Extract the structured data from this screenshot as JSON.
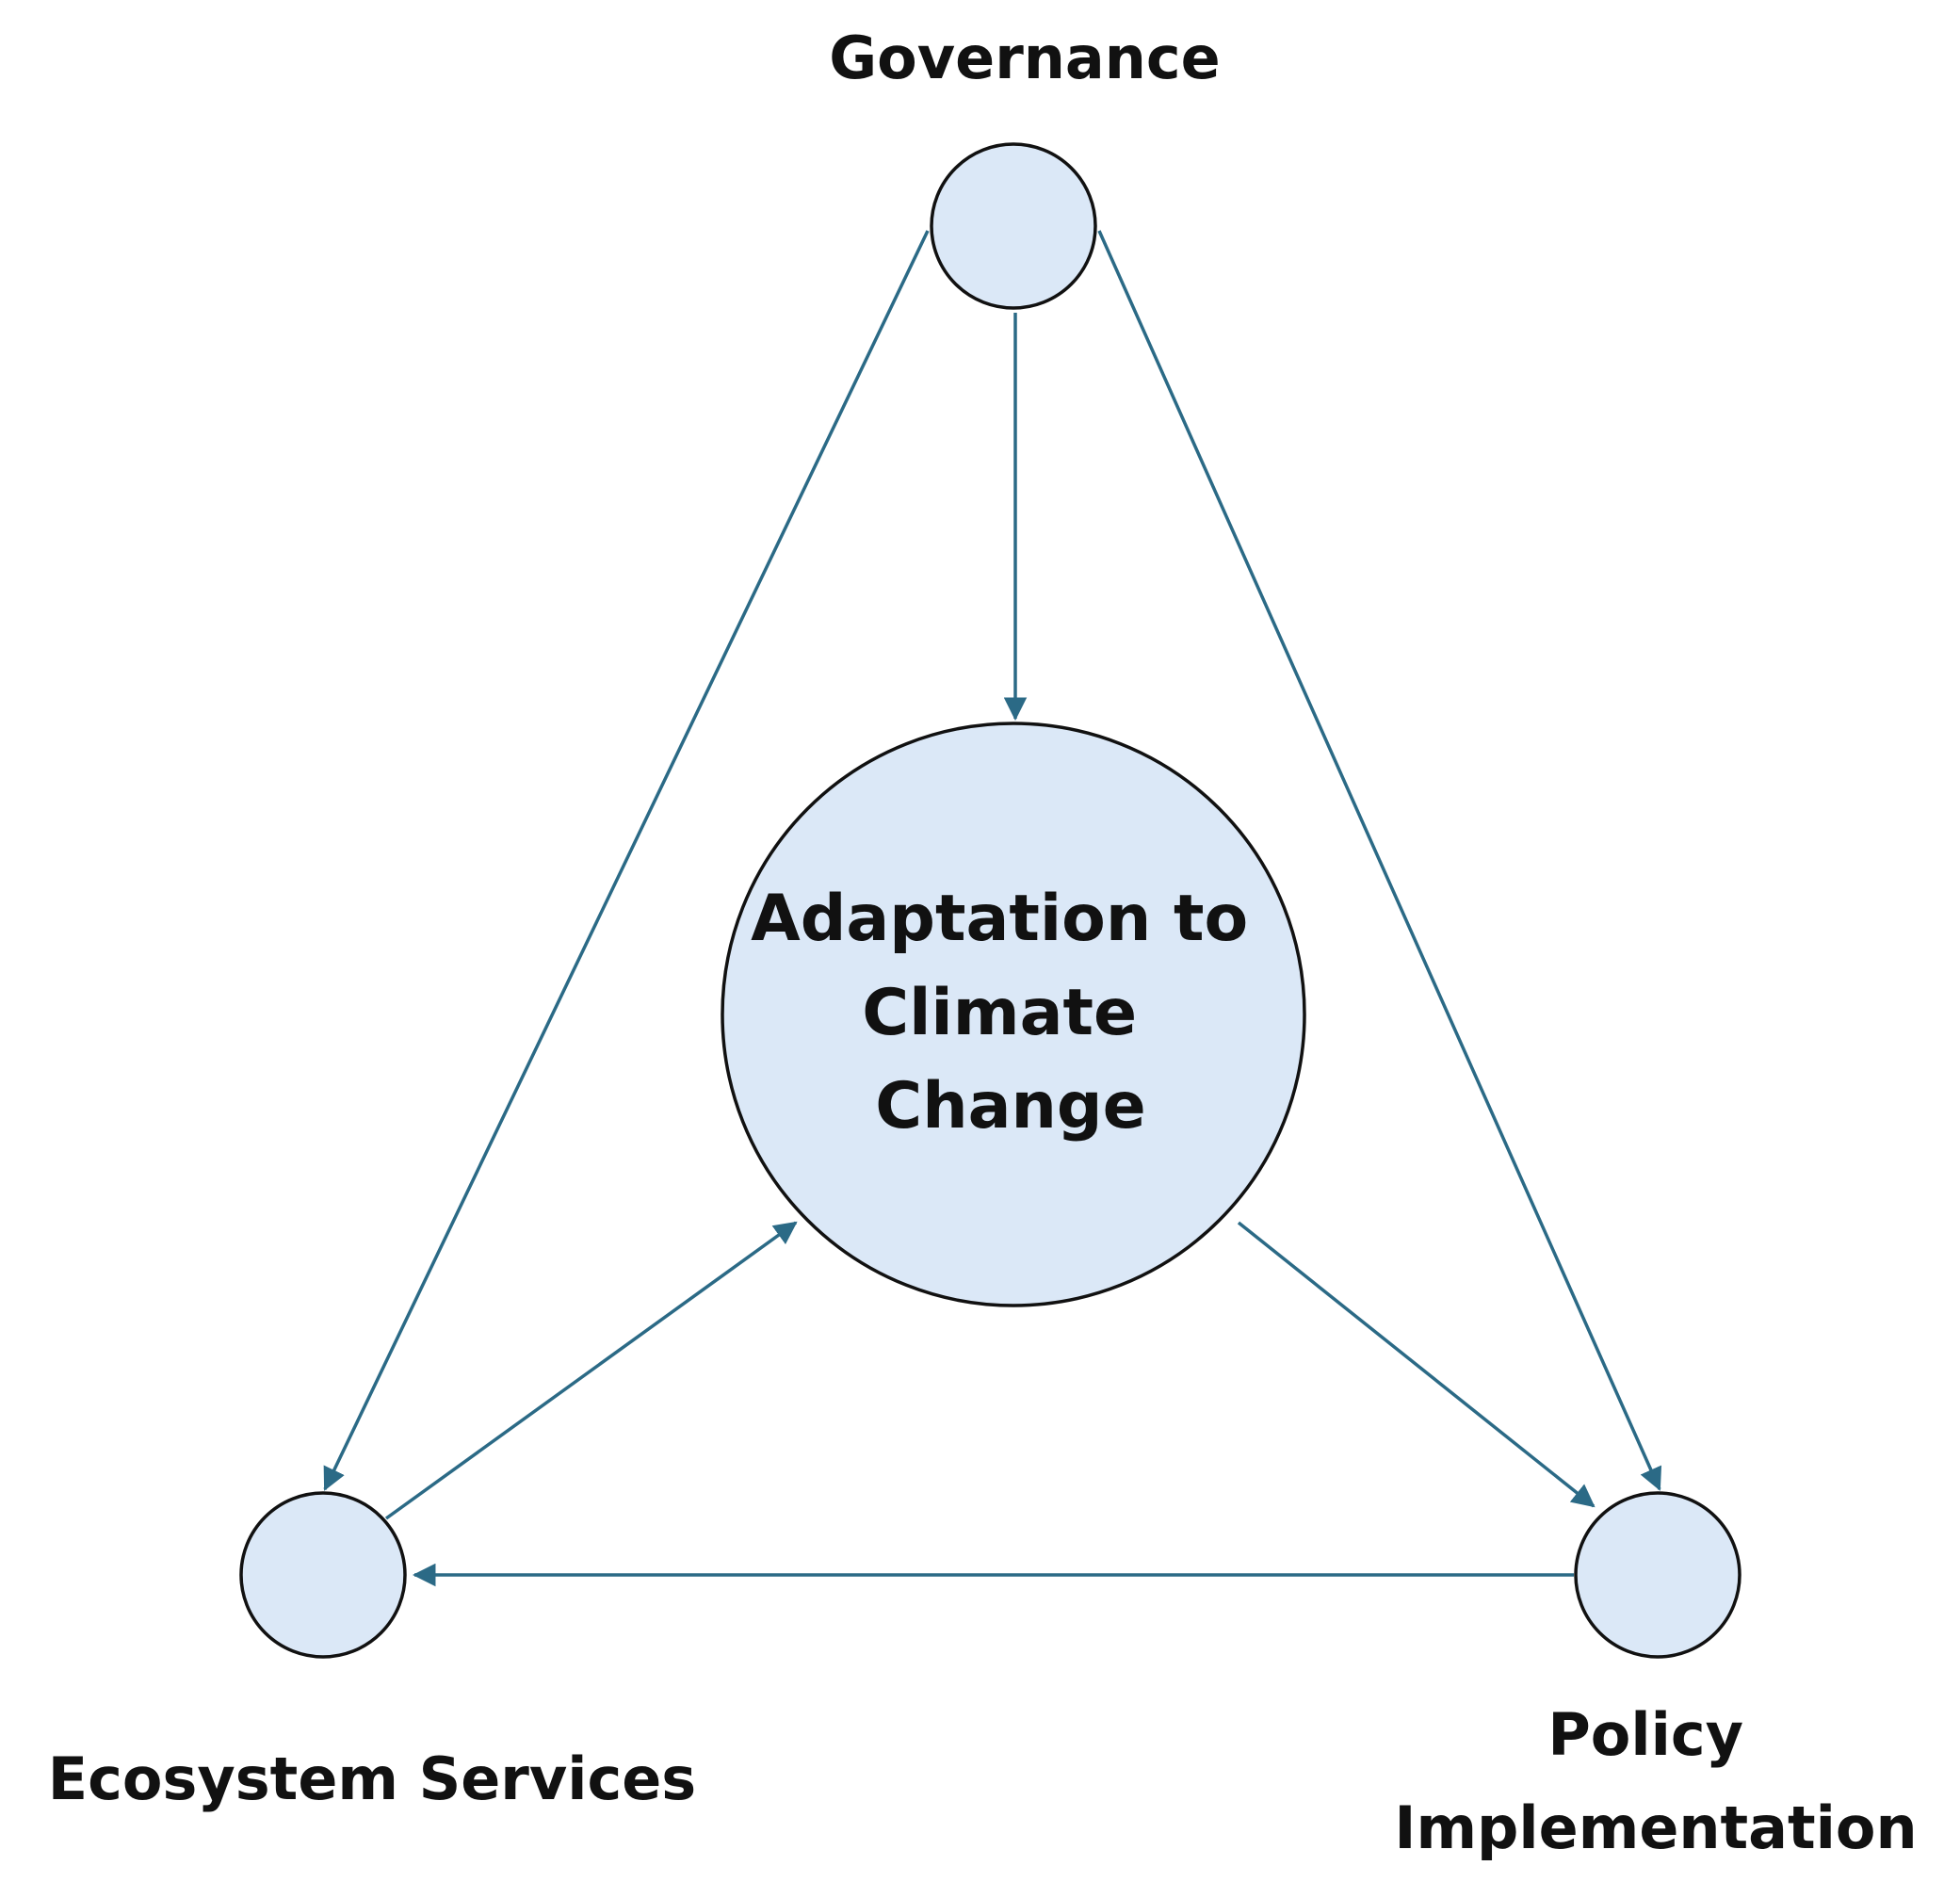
{
  "colors": {
    "node_fill": "#dbe8f7",
    "node_stroke": "#111111",
    "edge": "#2b6a86",
    "text": "#111111"
  },
  "nodes": {
    "governance": {
      "label": "Governance"
    },
    "center": {
      "lines": [
        "Adaptation to",
        "Climate",
        "Change"
      ]
    },
    "ecosystem": {
      "label": "Ecosystem Services"
    },
    "policy": {
      "lines": [
        "Policy",
        "Implementation"
      ]
    }
  },
  "edges": [
    {
      "from": "governance",
      "to": "center"
    },
    {
      "from": "governance",
      "to": "ecosystem"
    },
    {
      "from": "governance",
      "to": "policy"
    },
    {
      "from": "center",
      "to": "policy"
    },
    {
      "from": "policy",
      "to": "ecosystem"
    },
    {
      "from": "ecosystem",
      "to": "center"
    }
  ]
}
